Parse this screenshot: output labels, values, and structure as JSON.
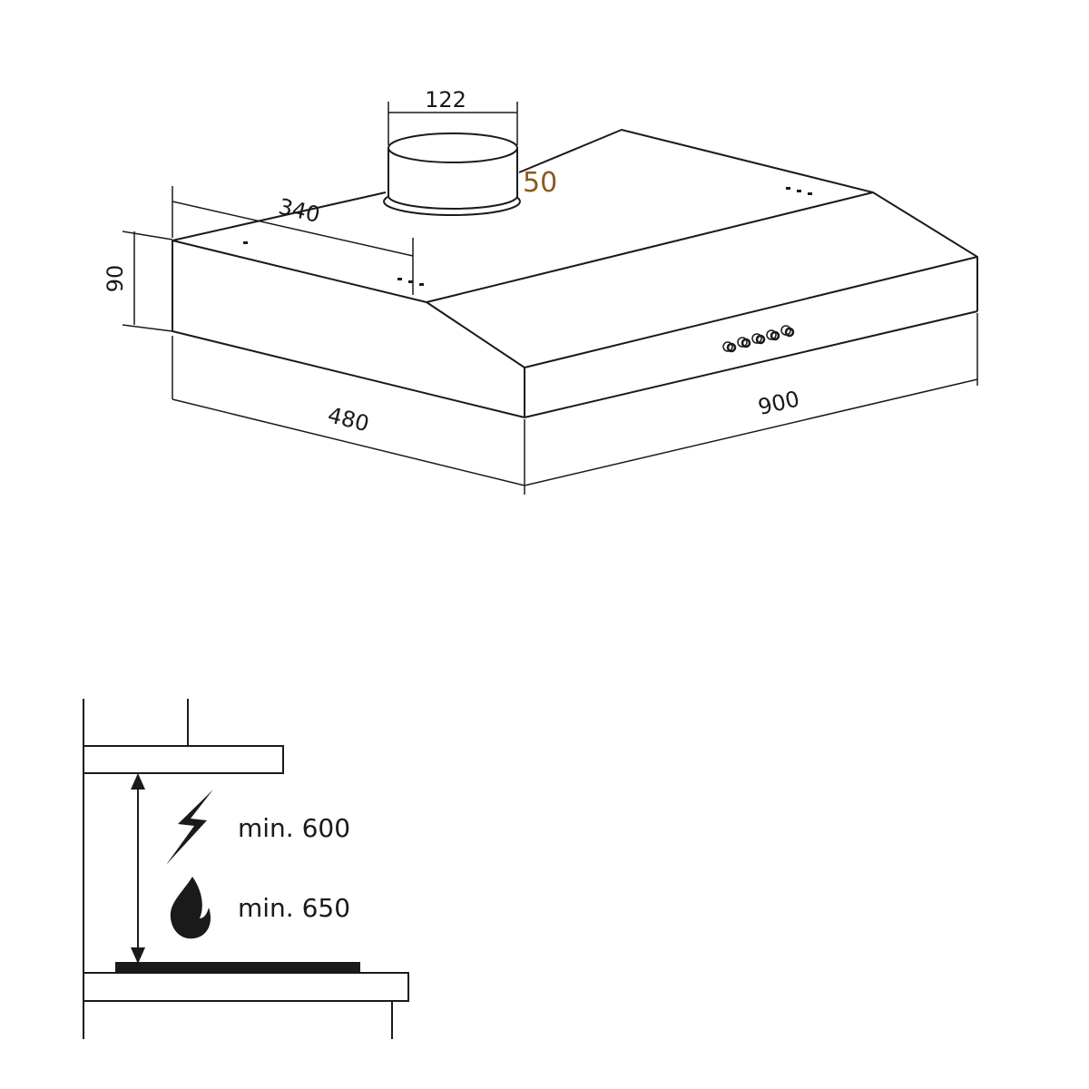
{
  "hood_drawing": {
    "duct_width": "122",
    "duct_diameter": "50",
    "depth_top": "340",
    "height": "90",
    "depth": "480",
    "width": "900"
  },
  "installation": {
    "electric_min": "min. 600",
    "gas_min": "min. 650"
  },
  "colors": {
    "line": "#1a1a1a",
    "orange_label": "#8a5a1e"
  }
}
